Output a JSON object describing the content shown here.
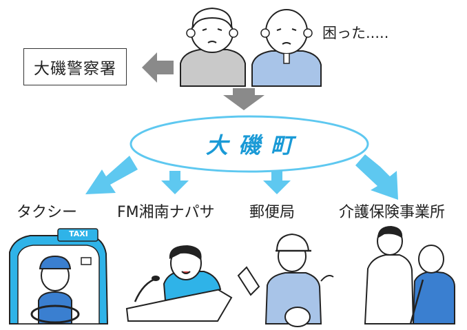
{
  "police_station": "大磯警察署",
  "elderly_speech": "困った.....",
  "town": "大 磯 町",
  "partners": [
    {
      "label": "タクシー",
      "illustration": "taxi-driver"
    },
    {
      "label": "FM湘南ナパサ",
      "illustration": "radio-broadcaster"
    },
    {
      "label": "郵便局",
      "illustration": "postal-worker"
    },
    {
      "label": "介護保険事業所",
      "illustration": "care-worker"
    }
  ],
  "taxi_sign": "TAXI",
  "colors": {
    "arrow_blue": "#5ec8f0",
    "arrow_gray": "#8a8a8a",
    "ellipse_stroke": "#5ec8f0",
    "town_text": "#1a9ad6"
  }
}
